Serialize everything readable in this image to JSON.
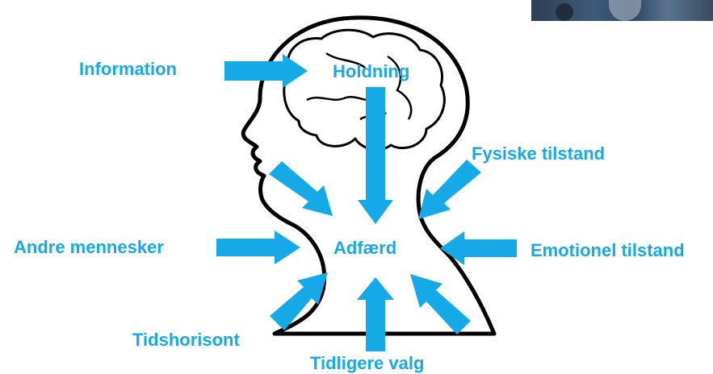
{
  "accent_color": "#16a9e8",
  "outline_color": "#000000",
  "labels": {
    "information": "Information",
    "holdning": "Holdning",
    "fysiske_tilstand": "Fysiske tilstand",
    "andre_mennesker": "Andre mennesker",
    "adfaerd": "Adfærd",
    "emotionel_tilstand": "Emotionel tilstand",
    "tidshorisont": "Tidshorisont",
    "tidligere_valg": "Tidligere valg"
  }
}
